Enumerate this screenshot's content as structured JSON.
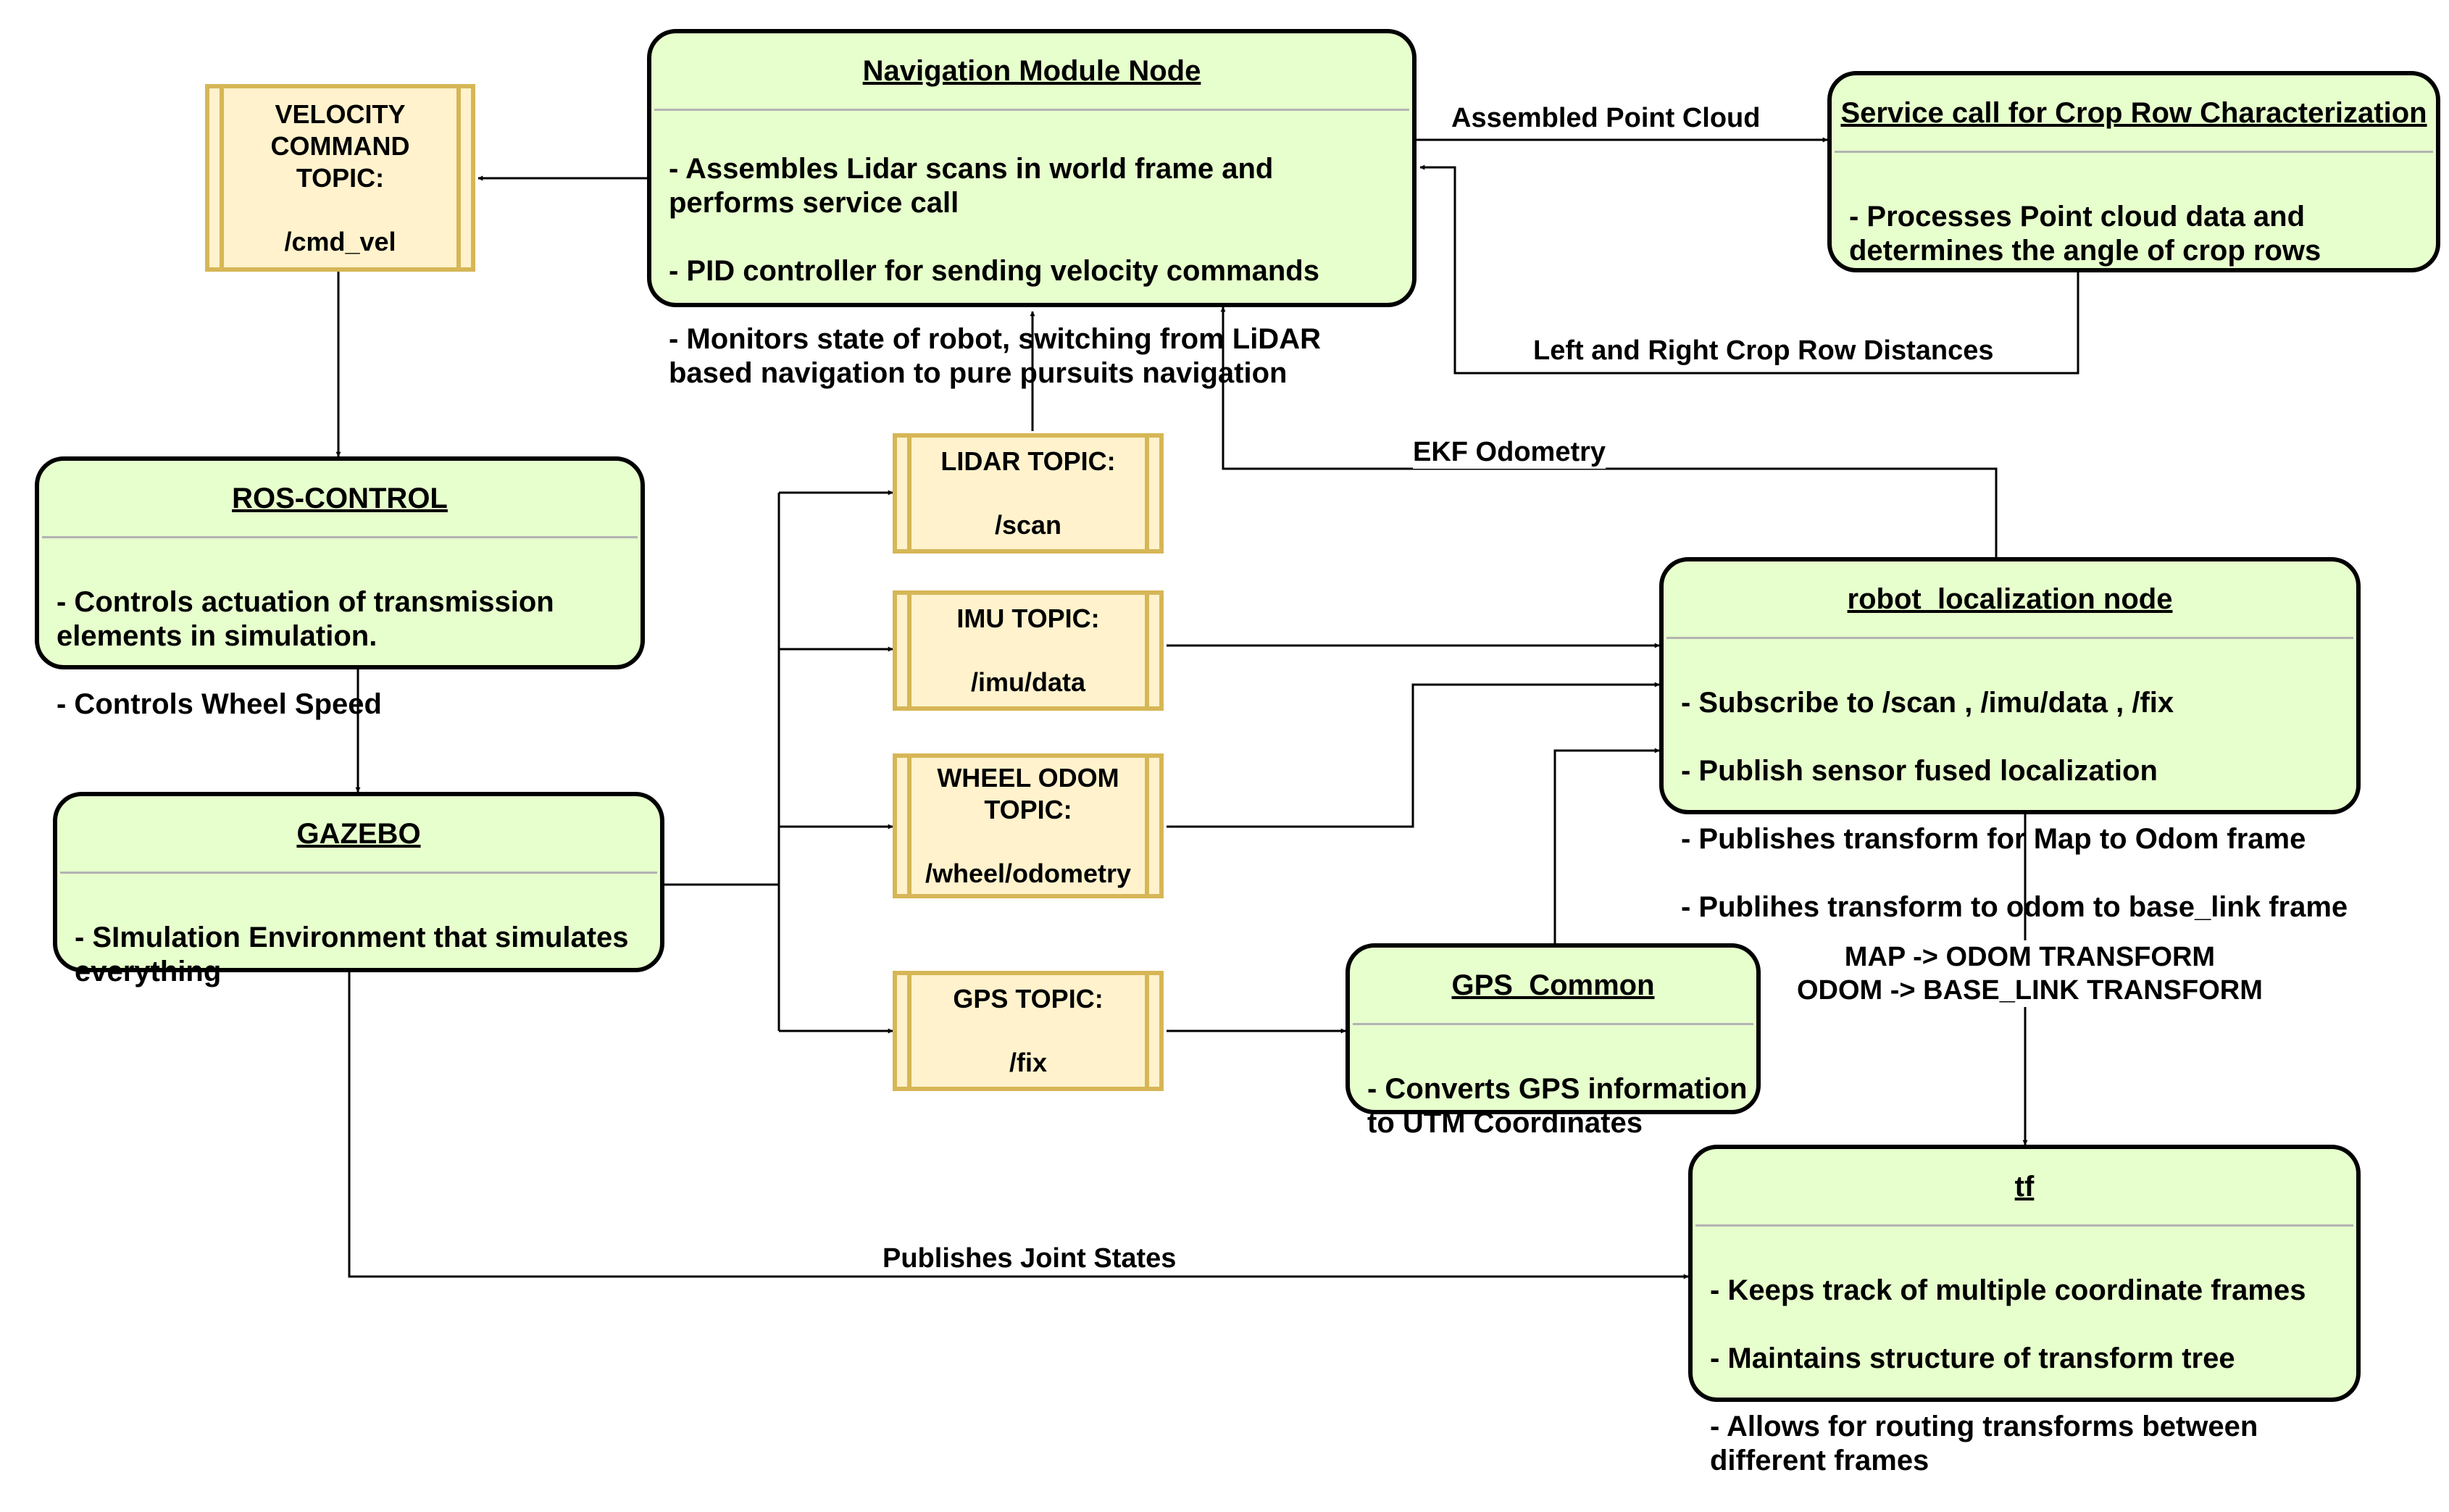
{
  "nodes": {
    "nav": {
      "title": "Navigation Module Node",
      "lines": [
        "- Assembles Lidar scans in world frame and performs service call",
        "- PID controller for sending velocity commands",
        "- Monitors state of robot, switching from LiDAR based navigation to pure pursuits navigation"
      ]
    },
    "crop": {
      "title": "Service call for Crop Row Characterization",
      "lines": [
        "- Processes Point cloud data and determines the angle of crop rows"
      ]
    },
    "ros_control": {
      "title": "ROS-CONTROL",
      "lines": [
        "- Controls actuation of transmission elements in simulation.",
        "- Controls Wheel Speed"
      ]
    },
    "gazebo": {
      "title": "GAZEBO",
      "lines": [
        "- SImulation Environment that simulates everything"
      ]
    },
    "robot_loc": {
      "title": "robot_localization node",
      "lines": [
        "- Subscribe to /scan , /imu/data , /fix",
        "- Publish sensor fused localization",
        "- Publishes transform for Map to Odom frame",
        "- Publihes transform to odom to base_link frame"
      ]
    },
    "gps_common": {
      "title": "GPS_Common",
      "lines": [
        "- Converts GPS information to UTM Coordinates"
      ]
    },
    "tf": {
      "title": "tf",
      "lines": [
        "- Keeps track of multiple coordinate frames",
        "- Maintains structure of transform tree",
        "- Allows for routing transforms between different frames"
      ]
    }
  },
  "topics": {
    "velocity": {
      "label": "VELOCITY COMMAND TOPIC:",
      "name": "/cmd_vel"
    },
    "lidar": {
      "label": "LIDAR TOPIC:",
      "name": "/scan"
    },
    "imu": {
      "label": "IMU TOPIC:",
      "name": "/imu/data"
    },
    "wheel": {
      "label": "WHEEL ODOM TOPIC:",
      "name": "/wheel/odometry"
    },
    "gps": {
      "label": "GPS TOPIC:",
      "name": "/fix"
    }
  },
  "edge_labels": {
    "assembled_point_cloud": "Assembled Point Cloud",
    "crop_row_distances": "Left and Right Crop Row Distances",
    "ekf_odometry": "EKF Odometry",
    "transforms": [
      "MAP -> ODOM TRANSFORM",
      "ODOM -> BASE_LINK TRANSFORM"
    ],
    "joint_states": "Publishes Joint States"
  },
  "colors": {
    "node_fill": "#e6ffcc",
    "topic_fill": "#fff2cc",
    "topic_border": "#d6b656",
    "line": "#000000"
  }
}
